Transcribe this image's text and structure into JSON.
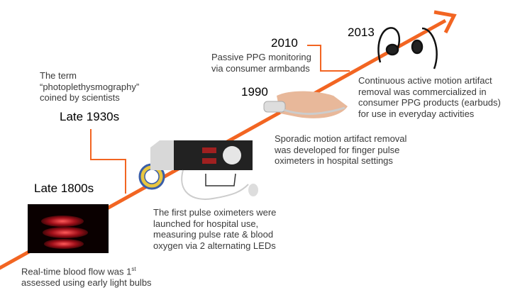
{
  "accent_color": "#f26522",
  "events": [
    {
      "year": "Late 1800s",
      "description_main": "Real-time blood flow was 1",
      "description_sup": "st",
      "description_line2": "assessed using early light bulbs"
    },
    {
      "year": "Late 1930s",
      "description": [
        "The term",
        "“photoplethysmography”",
        "coined by scientists"
      ]
    },
    {
      "year": "",
      "description": [
        "The first pulse oximeters were",
        "launched for hospital use,",
        "measuring pulse rate & blood",
        "oxygen via 2 alternating LEDs"
      ]
    },
    {
      "year": "1990",
      "description": [
        "Sporadic motion artifact removal",
        "was developed for finger pulse",
        "oximeters in hospital settings"
      ]
    },
    {
      "year": "2010",
      "description": [
        "Passive PPG monitoring",
        "via consumer armbands"
      ]
    },
    {
      "year": "2013",
      "description": [
        "Continuous active motion artifact",
        "removal was commercialized in",
        "consumer PPG products (earbuds)",
        "for use in everyday activities"
      ]
    }
  ]
}
